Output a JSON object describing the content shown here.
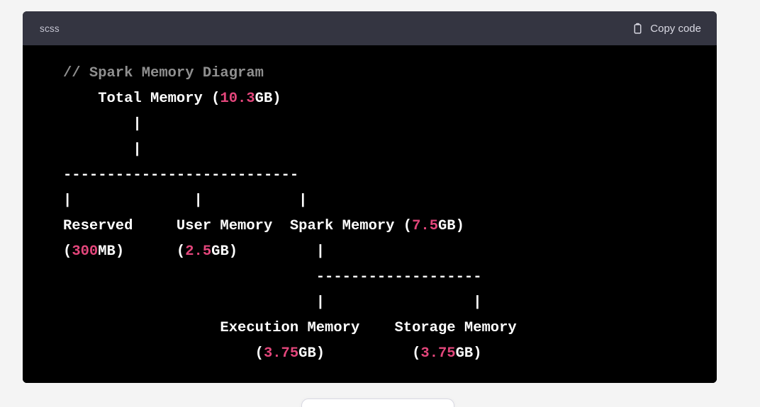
{
  "page": {
    "background_color": "#f4f4f4"
  },
  "code_block": {
    "language_label": "scss",
    "header_background": "#343541",
    "body_background": "#000000",
    "copy_button": {
      "label": "Copy code",
      "icon": "clipboard-icon"
    },
    "syntax_colors": {
      "comment": "#8f8f8f",
      "text": "#ffffff",
      "number": "#e3467b"
    },
    "lines": [
      {
        "id": "line-1",
        "segments": [
          {
            "type": "comment",
            "text": "// Spark Memory Diagram"
          }
        ]
      },
      {
        "id": "line-2",
        "segments": [
          {
            "type": "plain",
            "text": "    Total Memory ("
          },
          {
            "type": "number",
            "text": "10.3"
          },
          {
            "type": "plain",
            "text": "GB)"
          }
        ]
      },
      {
        "id": "line-3",
        "segments": [
          {
            "type": "plain",
            "text": "        |"
          }
        ]
      },
      {
        "id": "line-4",
        "segments": [
          {
            "type": "plain",
            "text": "        |"
          }
        ]
      },
      {
        "id": "line-5",
        "segments": [
          {
            "type": "plain",
            "text": "---------------------------"
          }
        ]
      },
      {
        "id": "line-6",
        "segments": [
          {
            "type": "plain",
            "text": "|              |           |"
          }
        ]
      },
      {
        "id": "line-7",
        "segments": [
          {
            "type": "plain",
            "text": "Reserved     User Memory  Spark Memory ("
          },
          {
            "type": "number",
            "text": "7.5"
          },
          {
            "type": "plain",
            "text": "GB)"
          }
        ]
      },
      {
        "id": "line-8",
        "segments": [
          {
            "type": "plain",
            "text": "("
          },
          {
            "type": "number",
            "text": "300"
          },
          {
            "type": "plain",
            "text": "MB)      ("
          },
          {
            "type": "number",
            "text": "2.5"
          },
          {
            "type": "plain",
            "text": "GB)         |"
          }
        ]
      },
      {
        "id": "line-9",
        "segments": [
          {
            "type": "plain",
            "text": "                             -------------------"
          }
        ]
      },
      {
        "id": "line-10",
        "segments": [
          {
            "type": "plain",
            "text": "                             |                 |"
          }
        ]
      },
      {
        "id": "line-11",
        "segments": [
          {
            "type": "plain",
            "text": "                  Execution Memory    Storage Memory"
          }
        ]
      },
      {
        "id": "line-12",
        "segments": [
          {
            "type": "plain",
            "text": "                      ("
          },
          {
            "type": "number",
            "text": "3.75"
          },
          {
            "type": "plain",
            "text": "GB)          ("
          },
          {
            "type": "number",
            "text": "3.75"
          },
          {
            "type": "plain",
            "text": "GB)"
          }
        ]
      }
    ]
  },
  "composer": {
    "value": "",
    "placeholder": ""
  }
}
